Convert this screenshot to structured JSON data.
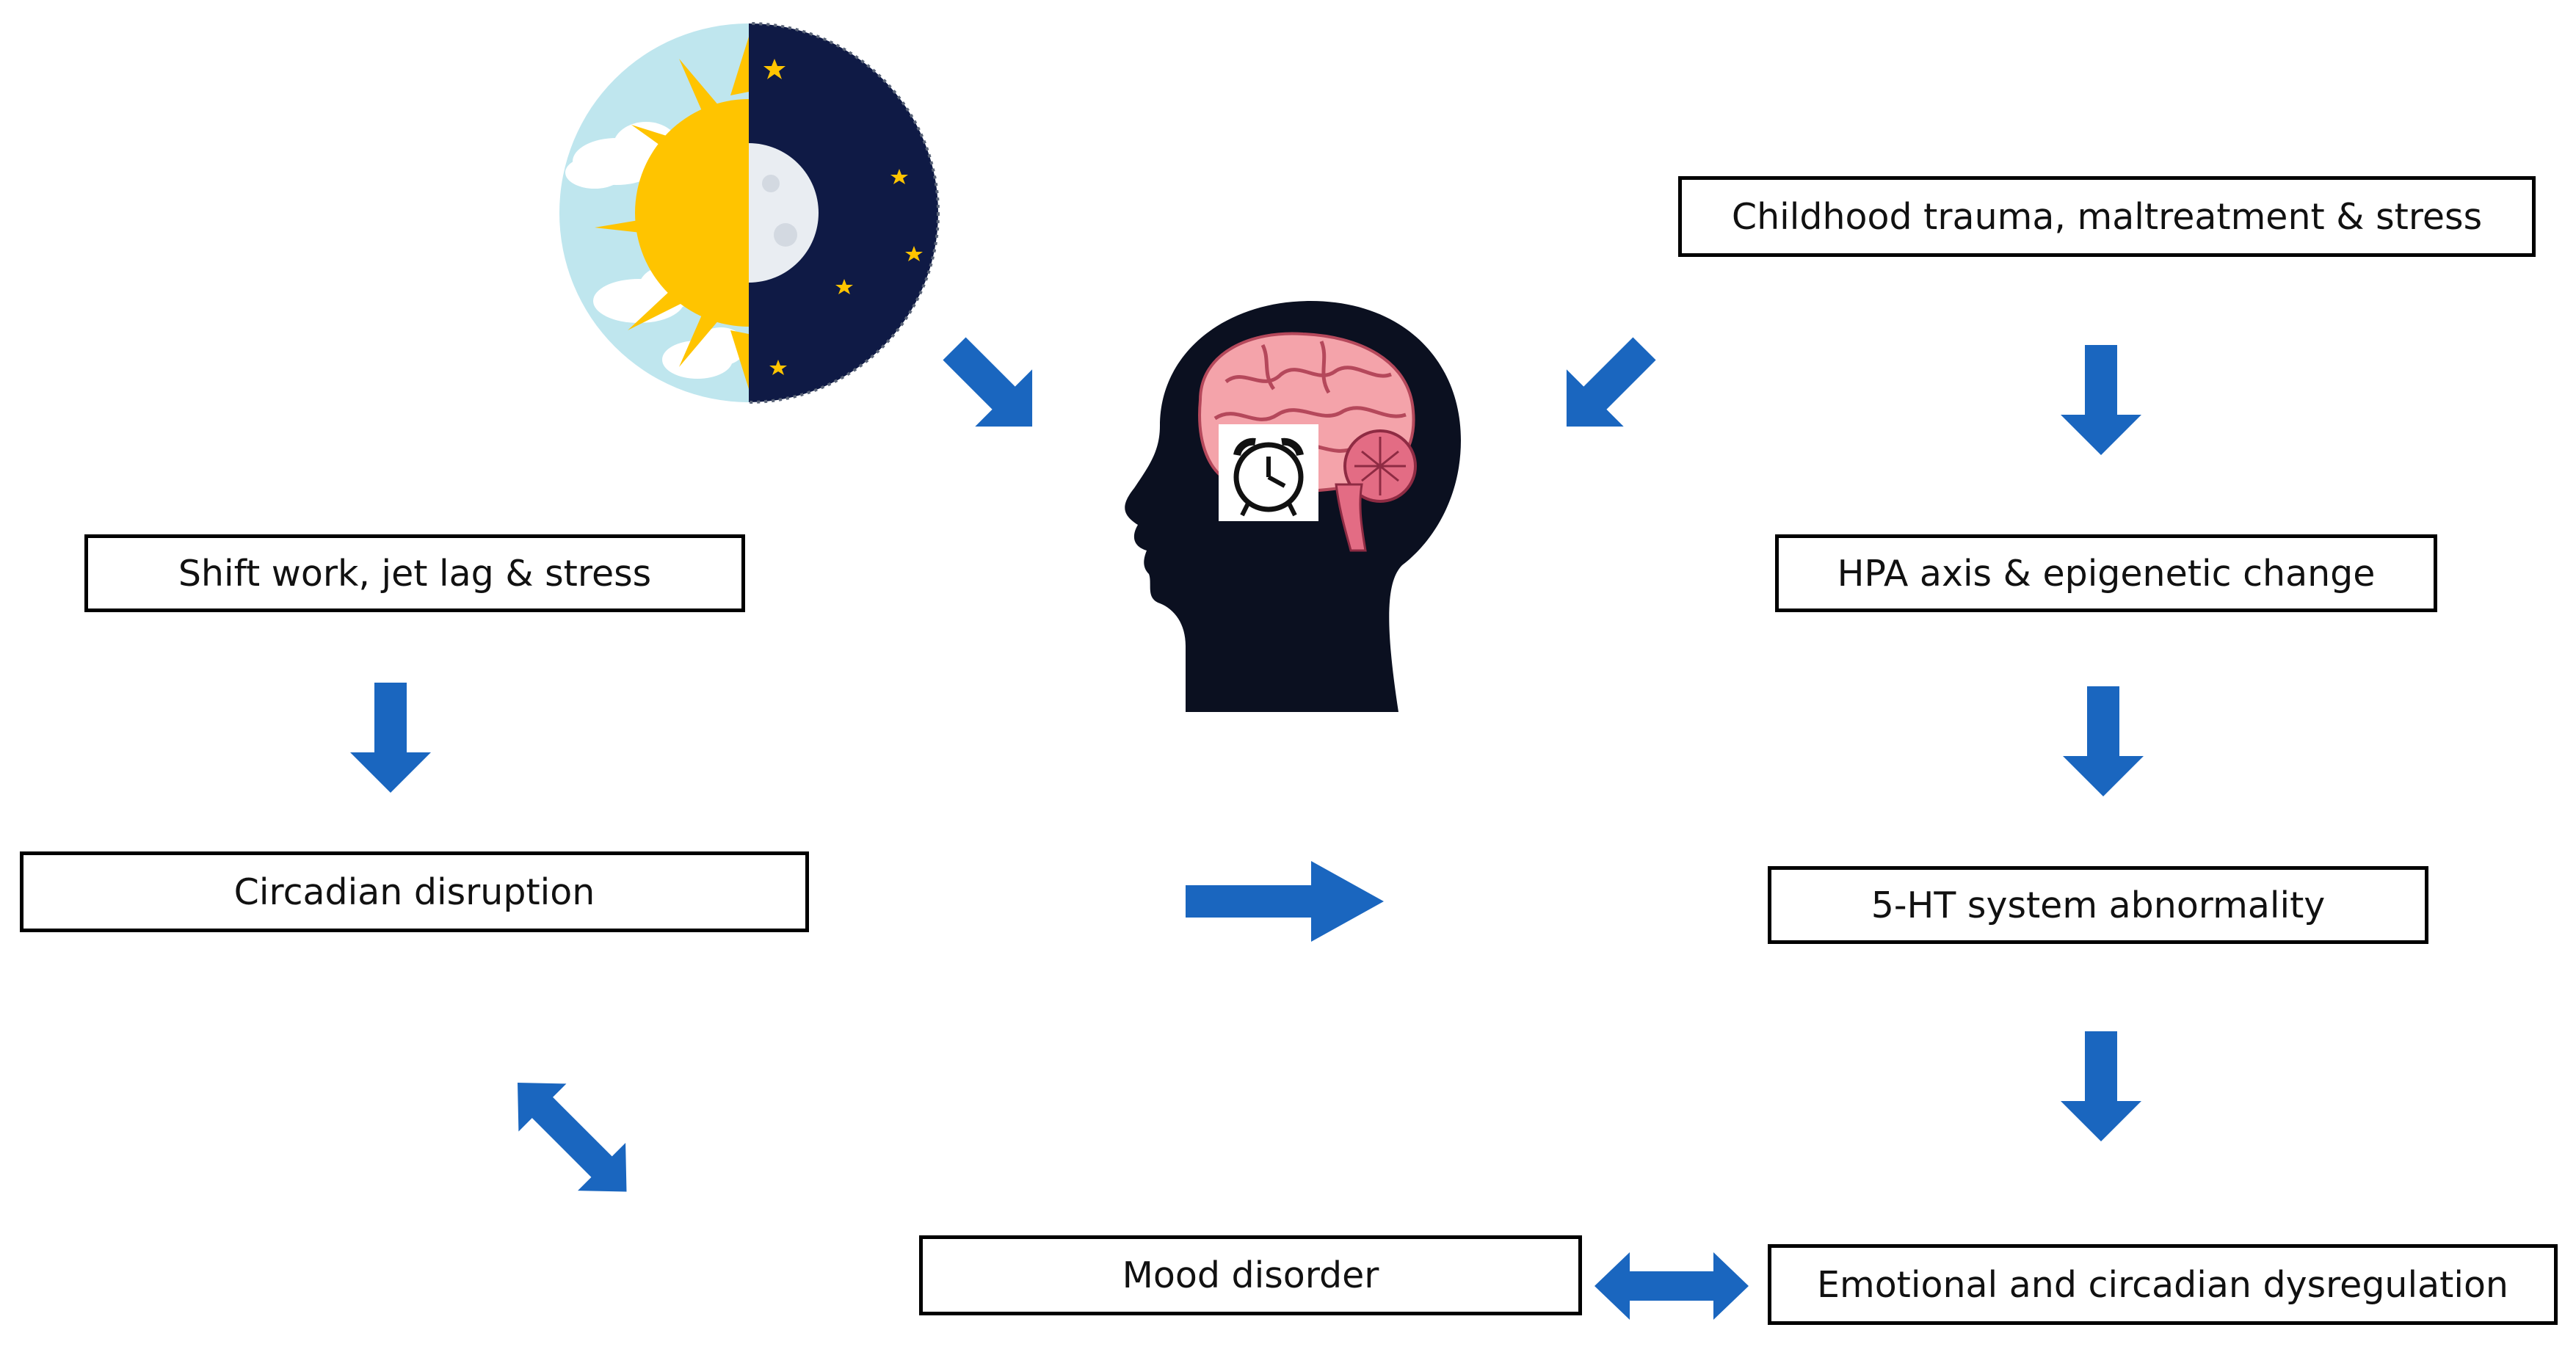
{
  "colors": {
    "arrow": "#1A66BF",
    "box_border": "#000000",
    "head": "#0B1020",
    "brain": "#F4A3AA",
    "sun": "#FFC400",
    "night": "#0F1A45",
    "sky": "#BFE6EE"
  },
  "icons": {
    "day_night": "sun-moon-icon",
    "head": "head-brain-icon",
    "clock": "alarm-clock-icon"
  },
  "boxes": {
    "shift_work": "Shift work, jet lag & stress",
    "circadian_disruption": "Circadian disruption",
    "childhood_trauma": "Childhood trauma, maltreatment & stress",
    "hpa_axis": "HPA axis & epigenetic change",
    "five_ht": "5-HT system abnormality",
    "mood_disorder": "Mood disorder",
    "emotional_dysregulation": "Emotional and circadian dysregulation"
  }
}
